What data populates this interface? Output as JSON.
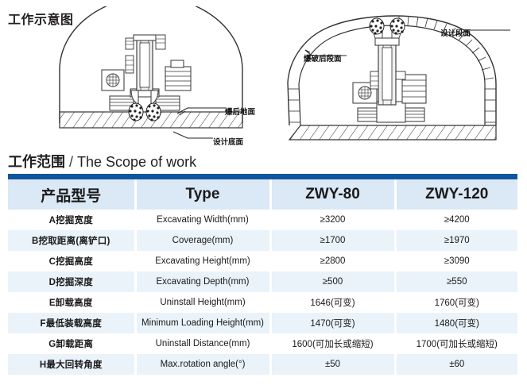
{
  "sections": {
    "diagram_title": "工作示意图",
    "scope_title_cn": "工作范围",
    "scope_title_sep": " / ",
    "scope_title_en": "The Scope of work"
  },
  "diagram_labels": {
    "left": {
      "blasted_ground": "爆后地面",
      "design_bottom": "设计底面"
    },
    "right": {
      "after_blasting_section": "爆破后段面",
      "design_section": "设计段面"
    }
  },
  "colors": {
    "top_bar": "#1055a0",
    "header_bg": "#dbe8f5",
    "row_alt_bg": "#eaf2fa",
    "row_bg": "#ffffff",
    "text": "#1a1a1a"
  },
  "table": {
    "headers": [
      "产品型号",
      "Type",
      "ZWY-80",
      "ZWY-120"
    ],
    "rows": [
      {
        "label": "A挖掘宽度",
        "en": "Excavating Width(mm)",
        "zwy80": "≥3200",
        "zwy120": "≥4200"
      },
      {
        "label": "B挖取距离(离铲口)",
        "en": "Coverage(mm)",
        "zwy80": "≥1700",
        "zwy120": "≥1970"
      },
      {
        "label": "C挖掘高度",
        "en": "Excavating Height(mm)",
        "zwy80": "≥2800",
        "zwy120": "≥3090"
      },
      {
        "label": "D挖掘深度",
        "en": "Excavating Depth(mm)",
        "zwy80": "≥500",
        "zwy120": "≥550"
      },
      {
        "label": "E卸载高度",
        "en": "Uninstall Height(mm)",
        "zwy80": "1646(可变)",
        "zwy120": "1760(可变)"
      },
      {
        "label": "F最低装载高度",
        "en": "Minimum Loading Height(mm)",
        "zwy80": "1470(可变)",
        "zwy120": "1480(可变)"
      },
      {
        "label": "G卸载距离",
        "en": "Uninstall Distance(mm)",
        "zwy80": "1600(可加长或缩短)",
        "zwy120": "1700(可加长或缩短)"
      },
      {
        "label": "H最大回转角度",
        "en": "Max.rotation angle(°)",
        "zwy80": "±50",
        "zwy120": "±60"
      }
    ]
  }
}
